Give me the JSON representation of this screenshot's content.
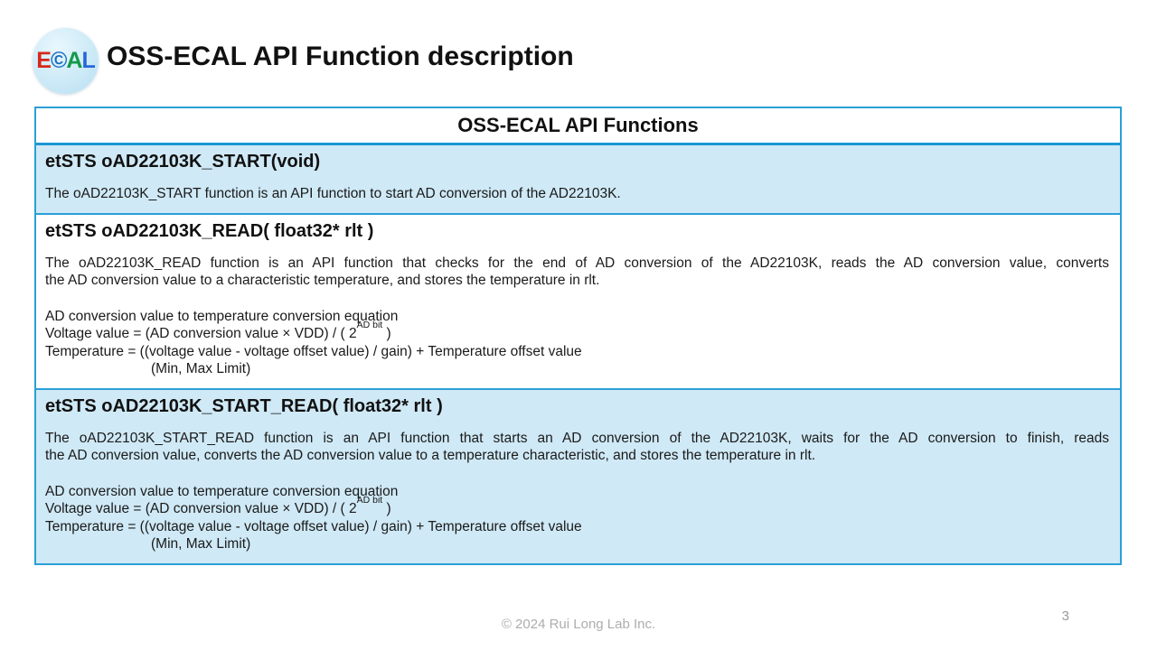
{
  "logo": {
    "letters": [
      "E",
      "©",
      "A",
      "L"
    ]
  },
  "title": "OSS-ECAL API Function description",
  "table": {
    "header": "OSS-ECAL API Functions",
    "functions": [
      {
        "signature": "etSTS oAD22103K_START(void)",
        "description_lines": [
          "The oAD22103K_START function is an API function to start AD conversion of the AD22103K."
        ]
      },
      {
        "signature": "etSTS oAD22103K_READ( float32* rlt )",
        "description_lines": [
          "The oAD22103K_READ function is an API function that checks for the end of AD conversion of the AD22103K, reads the AD conversion value, converts",
          "the AD conversion value to a characteristic temperature, and stores the temperature in rlt."
        ],
        "equation": {
          "intro": "AD conversion value to temperature conversion equation",
          "voltage_line_prefix": "Voltage value = (AD conversion value × VDD) / ( 2",
          "voltage_exponent": "AD bit",
          "voltage_line_suffix": " )",
          "temperature_line": "Temperature = ((voltage value - voltage offset value) / gain) + Temperature offset value",
          "limit_line": "(Min, Max Limit)"
        }
      },
      {
        "signature": "etSTS oAD22103K_START_READ( float32* rlt )",
        "description_lines": [
          "The oAD22103K_START_READ function is an API function that starts an AD conversion of the AD22103K, waits for the AD conversion to finish, reads",
          "the AD conversion value, converts the AD conversion value to a temperature characteristic, and stores the temperature in rlt."
        ],
        "equation": {
          "intro": "AD conversion value to temperature conversion equation",
          "voltage_line_prefix": "Voltage value = (AD conversion value × VDD) / ( 2",
          "voltage_exponent": "AD bit",
          "voltage_line_suffix": " )",
          "temperature_line": "Temperature = ((voltage value - voltage offset value) / gain) + Temperature offset value",
          "limit_line": "(Min, Max Limit)"
        }
      }
    ]
  },
  "footer": {
    "copyright": "© 2024 Rui Long Lab Inc.",
    "page_number": "3"
  },
  "colors": {
    "table_border": "#2b9fd6",
    "header_rule": "#1b97d4",
    "section_highlight_bg": "#cfe9f6",
    "logo_circle_bg": "#cdeaf7",
    "logo_e": "#d6281c",
    "logo_c": "#1a6fc4",
    "logo_a": "#149a4a",
    "logo_l": "#2667d9",
    "footer_text": "#adadad",
    "body_text": "#1a1a1a"
  }
}
